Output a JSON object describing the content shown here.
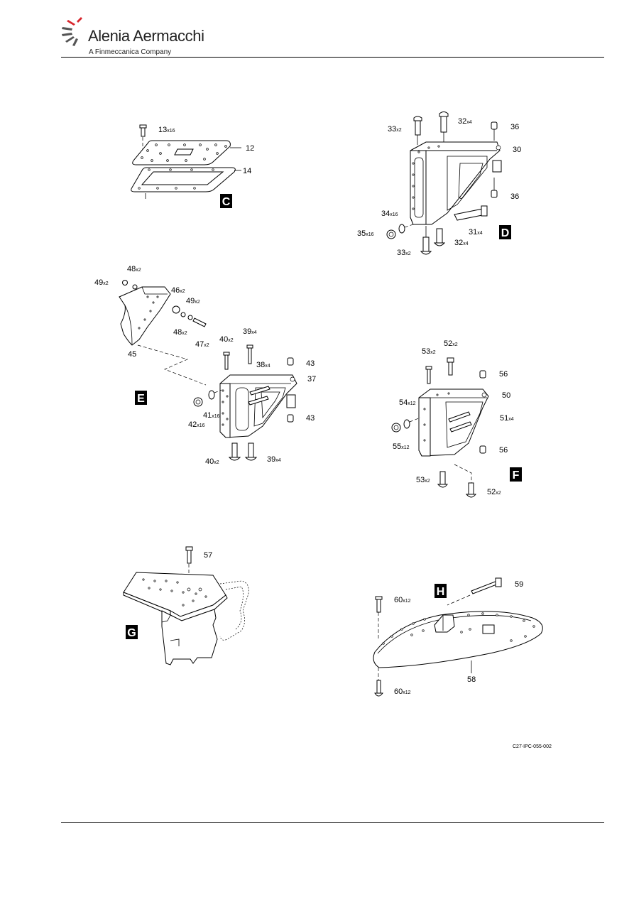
{
  "header": {
    "company_name": "Alenia Aermacchi",
    "company_tagline": "A Finmeccanica Company"
  },
  "figure_code": "C27-IPC-055-002",
  "views": {
    "C": {
      "letter": "C",
      "callouts": [
        {
          "num": "13",
          "qty": "x16"
        },
        {
          "num": "12",
          "qty": ""
        },
        {
          "num": "14",
          "qty": ""
        }
      ]
    },
    "D": {
      "letter": "D",
      "callouts": [
        {
          "num": "33",
          "qty": "x2"
        },
        {
          "num": "32",
          "qty": "x4"
        },
        {
          "num": "36",
          "qty": ""
        },
        {
          "num": "30",
          "qty": ""
        },
        {
          "num": "36",
          "qty": ""
        },
        {
          "num": "34",
          "qty": "x16"
        },
        {
          "num": "35",
          "qty": "x16"
        },
        {
          "num": "31",
          "qty": "x4"
        },
        {
          "num": "32",
          "qty": "x4"
        },
        {
          "num": "33",
          "qty": "x2"
        }
      ]
    },
    "E": {
      "letter": "E",
      "callouts": [
        {
          "num": "48",
          "qty": "x2"
        },
        {
          "num": "49",
          "qty": "x2"
        },
        {
          "num": "46",
          "qty": "x2"
        },
        {
          "num": "49",
          "qty": "x2"
        },
        {
          "num": "48",
          "qty": "x2"
        },
        {
          "num": "47",
          "qty": "x2"
        },
        {
          "num": "45",
          "qty": ""
        },
        {
          "num": "40",
          "qty": "x2"
        },
        {
          "num": "39",
          "qty": "x4"
        },
        {
          "num": "38",
          "qty": "x4"
        },
        {
          "num": "43",
          "qty": ""
        },
        {
          "num": "37",
          "qty": ""
        },
        {
          "num": "41",
          "qty": "x16"
        },
        {
          "num": "42",
          "qty": "x16"
        },
        {
          "num": "43",
          "qty": ""
        },
        {
          "num": "40",
          "qty": "x2"
        },
        {
          "num": "39",
          "qty": "x4"
        }
      ]
    },
    "F": {
      "letter": "F",
      "callouts": [
        {
          "num": "53",
          "qty": "x2"
        },
        {
          "num": "52",
          "qty": "x2"
        },
        {
          "num": "56",
          "qty": ""
        },
        {
          "num": "50",
          "qty": ""
        },
        {
          "num": "54",
          "qty": "x12"
        },
        {
          "num": "51",
          "qty": "x4"
        },
        {
          "num": "55",
          "qty": "x12"
        },
        {
          "num": "56",
          "qty": ""
        },
        {
          "num": "53",
          "qty": "x2"
        },
        {
          "num": "52",
          "qty": "x2"
        }
      ]
    },
    "G": {
      "letter": "G",
      "callouts": [
        {
          "num": "57",
          "qty": ""
        }
      ]
    },
    "H": {
      "letter": "H",
      "callouts": [
        {
          "num": "59",
          "qty": ""
        },
        {
          "num": "60",
          "qty": "x12"
        },
        {
          "num": "58",
          "qty": ""
        },
        {
          "num": "60",
          "qty": "x12"
        }
      ]
    }
  }
}
